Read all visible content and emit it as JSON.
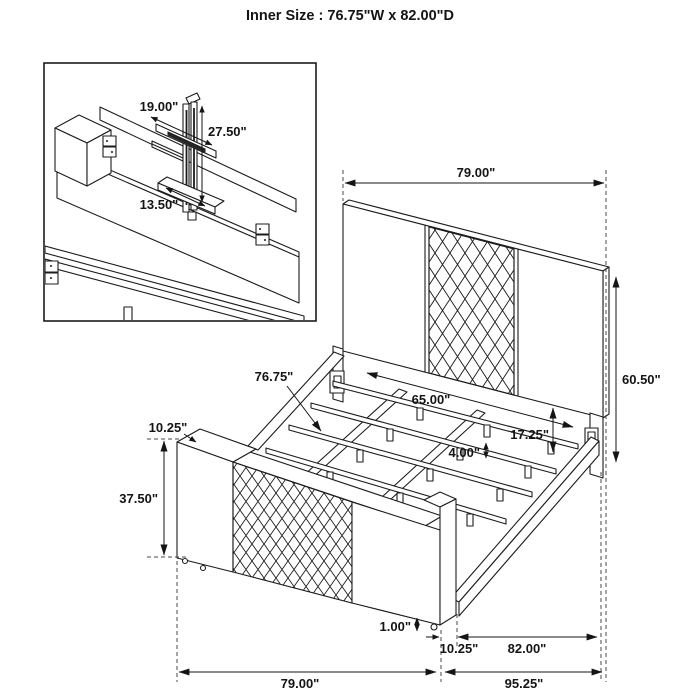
{
  "title": "Inner Size : 76.75\"W x 82.00\"D",
  "inset_detail": {
    "dimensions": {
      "bracket_width": "19.00\"",
      "bracket_drop": "27.50\"",
      "base_plate": "13.50\""
    }
  },
  "bed_diagram": {
    "dimensions": {
      "headboard_width_top": "79.00\"",
      "headboard_height": "60.50\"",
      "slat_length": "65.00\"",
      "inner_width": "76.75\"",
      "side_rail_height": "17.25\"",
      "slat_leg_height": "4.00\"",
      "footboard_cap_depth": "10.25\"",
      "footboard_height": "37.50\"",
      "foot_glide_height": "1.00\"",
      "footboard_thickness": "10.25\"",
      "inner_depth": "82.00\"",
      "overall_width": "79.00\"",
      "overall_depth": "95.25\""
    }
  }
}
